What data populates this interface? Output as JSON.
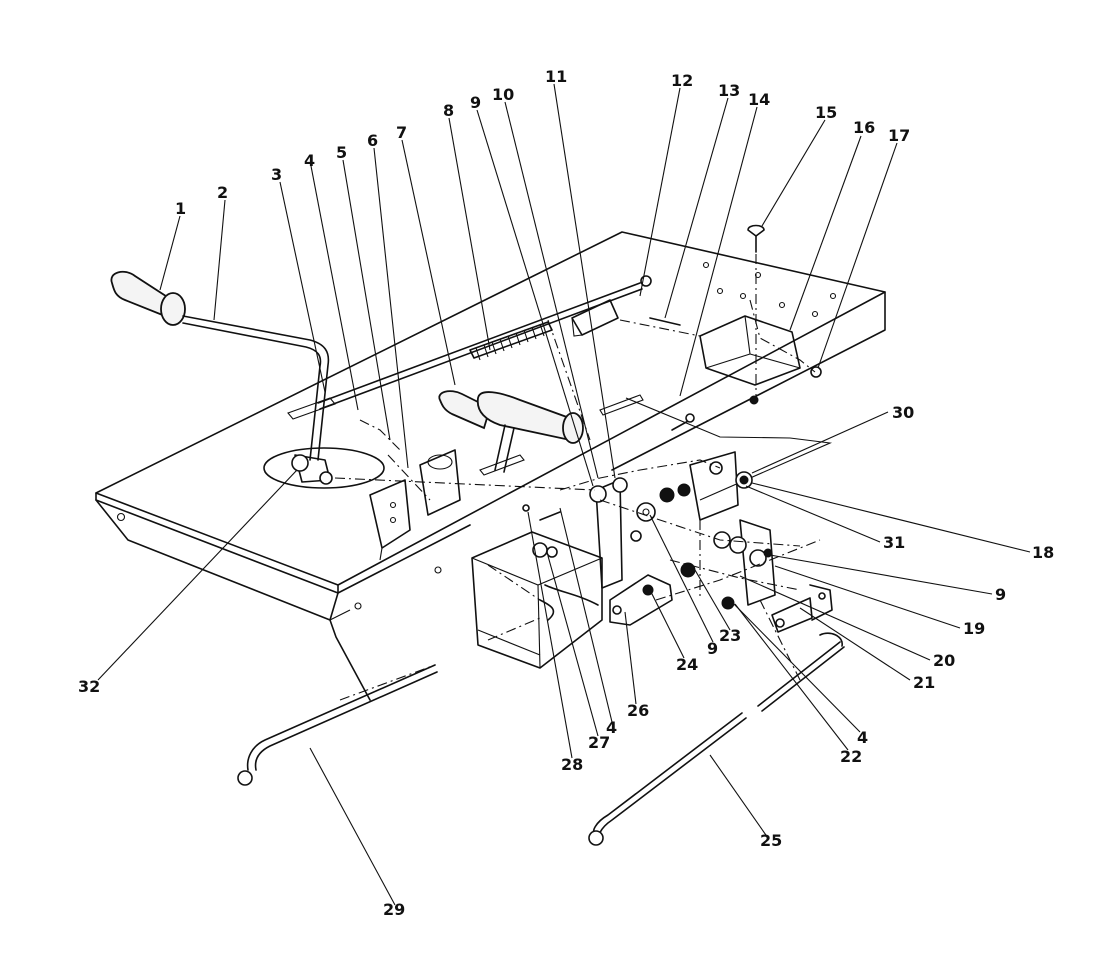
{
  "callouts": [
    {
      "id": "c1",
      "label": "1"
    },
    {
      "id": "c2",
      "label": "2"
    },
    {
      "id": "c3",
      "label": "3"
    },
    {
      "id": "c4a",
      "label": "4"
    },
    {
      "id": "c5",
      "label": "5"
    },
    {
      "id": "c6",
      "label": "6"
    },
    {
      "id": "c7",
      "label": "7"
    },
    {
      "id": "c8",
      "label": "8"
    },
    {
      "id": "c9a",
      "label": "9"
    },
    {
      "id": "c10",
      "label": "10"
    },
    {
      "id": "c11",
      "label": "11"
    },
    {
      "id": "c12",
      "label": "12"
    },
    {
      "id": "c13",
      "label": "13"
    },
    {
      "id": "c14",
      "label": "14"
    },
    {
      "id": "c15",
      "label": "15"
    },
    {
      "id": "c16",
      "label": "16"
    },
    {
      "id": "c17",
      "label": "17"
    },
    {
      "id": "c30",
      "label": "30"
    },
    {
      "id": "c31",
      "label": "31"
    },
    {
      "id": "c18",
      "label": "18"
    },
    {
      "id": "c9b",
      "label": "9"
    },
    {
      "id": "c19",
      "label": "19"
    },
    {
      "id": "c20",
      "label": "20"
    },
    {
      "id": "c21",
      "label": "21"
    },
    {
      "id": "c4b",
      "label": "4"
    },
    {
      "id": "c22",
      "label": "22"
    },
    {
      "id": "c23",
      "label": "23"
    },
    {
      "id": "c9c",
      "label": "9"
    },
    {
      "id": "c24",
      "label": "24"
    },
    {
      "id": "c26",
      "label": "26"
    },
    {
      "id": "c4c",
      "label": "4"
    },
    {
      "id": "c27",
      "label": "27"
    },
    {
      "id": "c28",
      "label": "28"
    },
    {
      "id": "c25",
      "label": "25"
    },
    {
      "id": "c29",
      "label": "29"
    },
    {
      "id": "c32",
      "label": "32"
    }
  ]
}
